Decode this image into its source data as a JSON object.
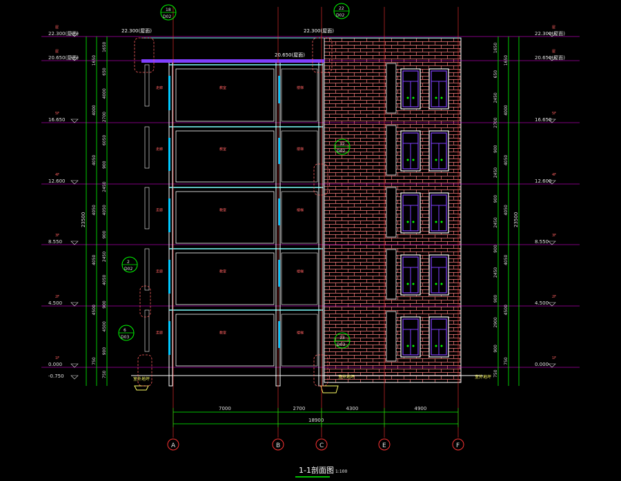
{
  "colors": {
    "bg": "#000000",
    "level_line": "#ff00ff",
    "dim_green": "#00ff00",
    "axis_red": "#ff3333",
    "wall_white": "#ffffff",
    "slab_cyan": "#7fffff",
    "glass": "#00c8ff",
    "brick": "#ff8080",
    "dim_text": "#e0e0e0",
    "yellow": "#ffff66",
    "purple": "#8040ff",
    "label_red": "#ff6060"
  },
  "title": {
    "main": "1-1剖面图",
    "scale": "1:100"
  },
  "levels_left": [
    {
      "tag": "屋",
      "value": "22.300(屋面)"
    },
    {
      "tag": "屋",
      "value": "20.650(屋面)"
    },
    {
      "tag": "5F",
      "value": "16.650"
    },
    {
      "tag": "4F",
      "value": "12.600"
    },
    {
      "tag": "3F",
      "value": "8.550"
    },
    {
      "tag": "2F",
      "value": "4.500"
    },
    {
      "tag": "1F",
      "value": "0.000"
    },
    {
      "tag": "",
      "value": "-0.750"
    }
  ],
  "levels_right": [
    {
      "tag": "屋",
      "value": "22.300(屋面)"
    },
    {
      "tag": "屋",
      "value": "20.650(屋面)"
    },
    {
      "tag": "5F",
      "value": "16.650"
    },
    {
      "tag": "4F",
      "value": "12.600"
    },
    {
      "tag": "3F",
      "value": "8.550"
    },
    {
      "tag": "2F",
      "value": "4.500"
    },
    {
      "tag": "1F",
      "value": "0.000"
    }
  ],
  "inner_levels": {
    "top_left": "22.300(屋面)",
    "top_mid": "22.300(屋面)",
    "parapet_mid": "20.650(屋面)"
  },
  "ground_labels": {
    "left": "室外地坪",
    "mid": "室外地坪",
    "right": "室外地坪"
  },
  "dims_left_inner": [
    "1650",
    "650",
    "4000",
    "2700",
    "6050",
    "900",
    "2450",
    "4050",
    "900",
    "2450",
    "4050",
    "900",
    "4500",
    "900",
    "750"
  ],
  "dims_left_mid": [
    "1650",
    "4000",
    "4050",
    "4050",
    "4050",
    "4500",
    "750"
  ],
  "dims_left_total": "23500",
  "dims_right_inner": [
    "1650",
    "650",
    "2450",
    "2700",
    "900",
    "2450",
    "900",
    "2450",
    "900",
    "2450",
    "900",
    "2900",
    "900",
    "750"
  ],
  "dims_right_mid": [
    "1650",
    "4000",
    "4050",
    "4050",
    "4050",
    "4500",
    "750"
  ],
  "dims_right_total": "23500",
  "dims_bottom": [
    "7000",
    "2700",
    "4300",
    "4900"
  ],
  "dims_bottom_total": "18900",
  "axes": [
    "A",
    "B",
    "C",
    "E",
    "F"
  ],
  "callouts": [
    {
      "num": "18",
      "sheet": "D02"
    },
    {
      "num": "22",
      "sheet": "D02"
    },
    {
      "num": "12",
      "sheet": "D02"
    },
    {
      "num": "2",
      "sheet": "D02"
    },
    {
      "num": "6",
      "sheet": "D03"
    },
    {
      "num": "13",
      "sheet": "D03"
    }
  ],
  "room_labels": {
    "corridor": "走廊",
    "room": "教室",
    "stair": "楼梯"
  }
}
